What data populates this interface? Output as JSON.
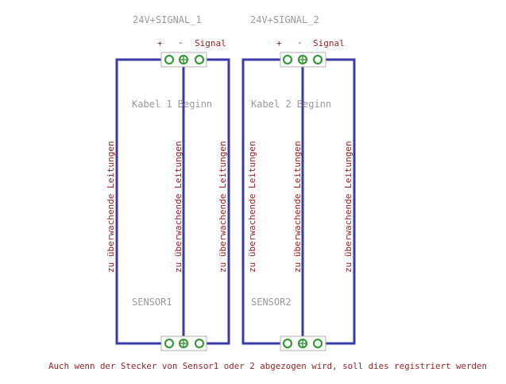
{
  "diagram": {
    "colors": {
      "wire": "#3a3aa8",
      "pad": "#3a9a3a",
      "label_text": "#9a1f1f",
      "ref_text": "#9a9a9a"
    },
    "connectors": [
      {
        "name": "24V+SIGNAL_1",
        "pin_plus": "+",
        "pin_minus": "-",
        "pin_signal": "Signal"
      },
      {
        "name": "24V+SIGNAL_2",
        "pin_plus": "+",
        "pin_minus": "-",
        "pin_signal": "Signal"
      }
    ],
    "cables": [
      {
        "begin_label": "Kabel 1 Beginn",
        "sensor_label": "SENSOR1"
      },
      {
        "begin_label": "Kabel 2 Beginn",
        "sensor_label": "SENSOR2"
      }
    ],
    "wire_label": "zu überwachende Leitungen",
    "note": "Auch wenn der Stecker von Sensor1 oder 2 abgezogen wird, soll dies registriert werden"
  }
}
